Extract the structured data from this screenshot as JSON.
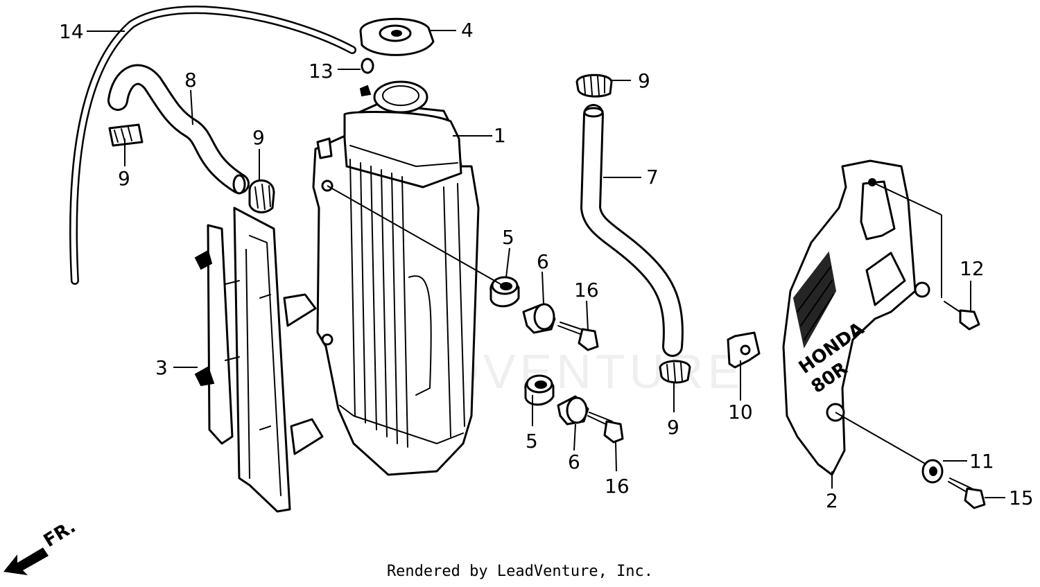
{
  "callouts": {
    "c1": "1",
    "c2": "2",
    "c3": "3",
    "c4": "4",
    "c5a": "5",
    "c5b": "5",
    "c6a": "6",
    "c6b": "6",
    "c7": "7",
    "c8": "8",
    "c9a": "9",
    "c9b": "9",
    "c9c": "9",
    "c9d": "9",
    "c10": "10",
    "c11": "11",
    "c12": "12",
    "c13": "13",
    "c14": "14",
    "c15": "15",
    "c16a": "16",
    "c16b": "16"
  },
  "direction_indicator": "FR.",
  "watermark": "LEADVENTURE",
  "shroud_logo_text": "HONDA",
  "shroud_model_text": "80R",
  "footer": "Rendered by LeadVenture, Inc."
}
